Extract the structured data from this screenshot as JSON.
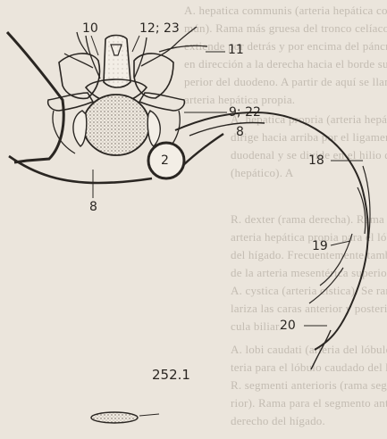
{
  "figure": {
    "number": "252.1",
    "labels": {
      "l10": "10",
      "l12_23": "12; 23",
      "l11": "11",
      "l9_22": "9; 22",
      "l8_right": "8",
      "l2": "2",
      "l8_bottom": "8",
      "l18": "18",
      "l19": "19",
      "l20": "20"
    }
  },
  "background_text": [
    "A. hepatica communis (arteria hepática co-",
    "mún). Rama más gruesa del tronco celíaco. Se",
    "extiende por detrás y por encima del páncreas",
    "en dirección a la derecha hacia el borde su-",
    "perior del duodeno. A partir de aquí se llama",
    "arteria hepática propia.",
    "A. hepatica propria (arteria hepática propia). Se",
    "dirige hacia arriba por el ligamento hepato-",
    "duodenal y se divide en el hilio del hígado",
    "(hepático). A",
    "R. dexter (rama derecha). Rama derecha de la",
    "arteria hepática propia para el lóbulo derecho",
    "del hígado. Frecuentemente también sobre una",
    "de la arteria mesentérica superior. A",
    "A. cystica (arteria cística). Se ramifica y vascu-",
    "lariza las caras anterior y posterior de la vesí-",
    "cula biliar.",
    "A. lobi caudati (arteria del lóbulo caudado). Ar-",
    "teria para el lóbulo caudado del hígado.",
    "R. segmenti anterioris (rama segmentaria ante-",
    "rior). Rama para el segmento anterior del lóbulo",
    "derecho del hígado."
  ]
}
